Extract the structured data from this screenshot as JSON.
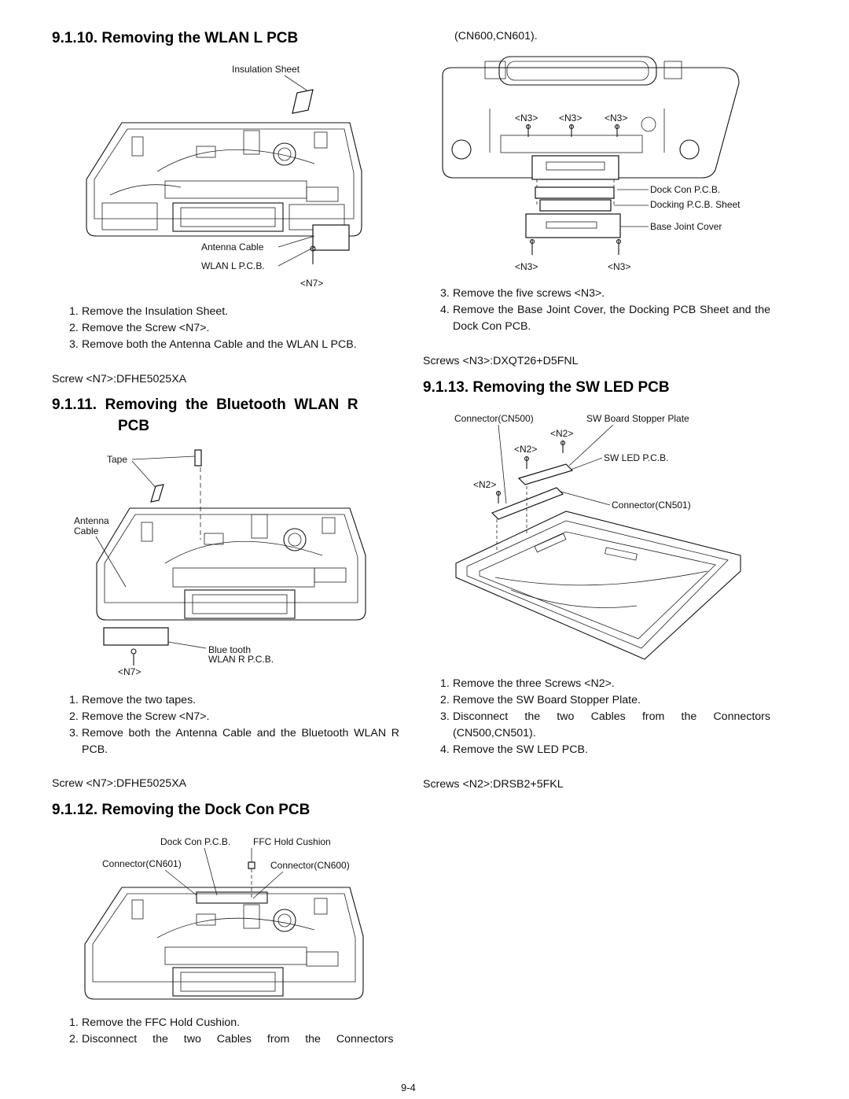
{
  "page_number": "9-4",
  "sections": {
    "wlan_l": {
      "heading": "9.1.10.  Removing the WLAN L PCB",
      "labels": {
        "insulation_sheet": "Insulation Sheet",
        "antenna_cable": "Antenna Cable",
        "wlan_l_pcb": "WLAN L P.C.B.",
        "screw": "<N7>"
      },
      "steps": [
        {
          "num": "1.",
          "text": "Remove the Insulation Sheet."
        },
        {
          "num": "2.",
          "text": "Remove the Screw <N7>."
        },
        {
          "num": "3.",
          "text": "Remove both the Antenna Cable and the WLAN L PCB."
        }
      ],
      "screw_note": "Screw <N7>:DFHE5025XA"
    },
    "bt_wlan_r": {
      "heading_line1": "9.1.11.  Removing  the  Bluetooth  WLAN  R",
      "heading_line2": "PCB",
      "labels": {
        "tape": "Tape",
        "antenna_l1": "Antenna",
        "antenna_l2": "Cable",
        "bluetooth_l1": "Blue tooth",
        "bluetooth_l2": "WLAN R P.C.B.",
        "screw": "<N7>"
      },
      "steps": [
        {
          "num": "1.",
          "text": "Remove the two tapes."
        },
        {
          "num": "2.",
          "text": "Remove the Screw <N7>."
        },
        {
          "num": "3.",
          "text": "Remove both the Antenna Cable and the Bluetooth WLAN R PCB."
        }
      ],
      "screw_note": "Screw <N7>:DFHE5025XA"
    },
    "dock_con": {
      "heading": "9.1.12.  Removing the Dock Con PCB",
      "labels": {
        "dock_con_pcb": "Dock Con P.C.B.",
        "ffc_hold_cushion": "FFC Hold Cushion",
        "connector_cn601": "Connector(CN601)",
        "connector_cn600": "Connector(CN600)"
      },
      "steps": [
        {
          "num": "1.",
          "text": "Remove the FFC Hold Cushion."
        },
        {
          "num": "2.",
          "text": "Disconnect the two Cables from the Connectors"
        }
      ],
      "continuation": "(CN600,CN601).",
      "labels_right": {
        "n3_top_1": "<N3>",
        "n3_top_2": "<N3>",
        "n3_top_3": "<N3>",
        "dock_con_pcb": "Dock Con P.C.B.",
        "docking_pcb_sheet": "Docking P.C.B. Sheet",
        "base_joint_cover": "Base Joint Cover",
        "n3_bottom_1": "<N3>",
        "n3_bottom_2": "<N3>"
      },
      "steps_cont": [
        {
          "num": "3.",
          "text": "Remove the five screws <N3>."
        },
        {
          "num": "4.",
          "text": "Remove the Base Joint Cover, the Docking PCB Sheet and the Dock Con PCB."
        }
      ],
      "screw_note": "Screws <N3>:DXQT26+D5FNL"
    },
    "sw_led": {
      "heading": "9.1.13.  Removing the SW LED PCB",
      "labels": {
        "connector_cn500": "Connector(CN500)",
        "sw_board_stopper": "SW Board Stopper Plate",
        "n2_a": "<N2>",
        "n2_b": "<N2>",
        "n2_c": "<N2>",
        "sw_led_pcb": "SW LED P.C.B.",
        "connector_cn501": "Connector(CN501)"
      },
      "steps": [
        {
          "num": "1.",
          "text": "Remove the three Screws <N2>."
        },
        {
          "num": "2.",
          "text": "Remove the SW Board Stopper Plate."
        },
        {
          "num": "3.",
          "text": "Disconnect the two Cables from the Connectors (CN500,CN501)."
        },
        {
          "num": "4.",
          "text": "Remove the SW LED PCB."
        }
      ],
      "screw_note": "Screws <N2>:DRSB2+5FKL"
    }
  }
}
